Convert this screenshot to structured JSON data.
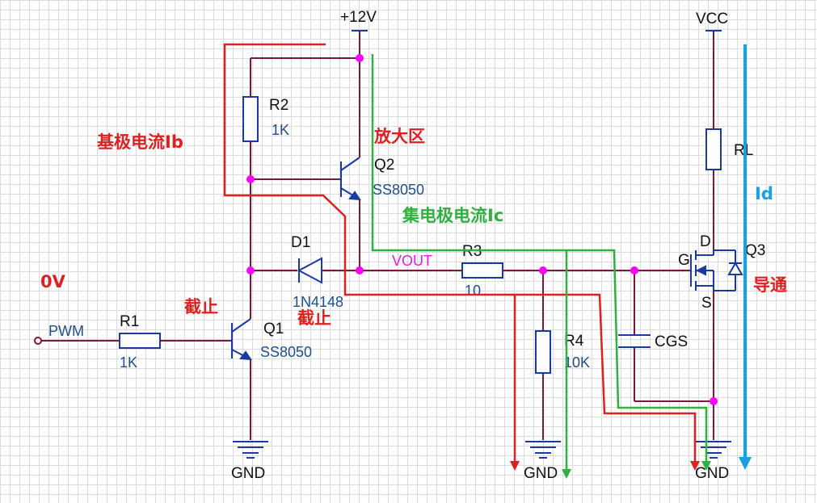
{
  "colors": {
    "wire": "#7a1a3a",
    "junction": "#ff00ff",
    "red_annotation": "#e02020",
    "green_annotation": "#30b040",
    "blue_annotation": "#1aa0e0",
    "component": "#1a3aa0",
    "net_label": "#e020e0"
  },
  "power": {
    "v12": "+12V",
    "vcc": "VCC"
  },
  "net": {
    "pwm": "PWM",
    "vout": "VOUT"
  },
  "resistors": {
    "r1": {
      "ref": "R1",
      "value": "1K"
    },
    "r2": {
      "ref": "R2",
      "value": "1K"
    },
    "r3": {
      "ref": "R3",
      "value": "10"
    },
    "r4": {
      "ref": "R4",
      "value": "10K"
    },
    "rl": {
      "ref": "RL"
    }
  },
  "transistors": {
    "q1": {
      "ref": "Q1",
      "part": "SS8050"
    },
    "q2": {
      "ref": "Q2",
      "part": "SS8050"
    },
    "q3": {
      "ref": "Q3",
      "pin_d": "D",
      "pin_g": "G",
      "pin_s": "S"
    }
  },
  "diode": {
    "ref": "D1",
    "part": "1N4148"
  },
  "capacitor": {
    "ref": "CGS"
  },
  "ground": {
    "gnd1": "GND",
    "gnd2": "GND",
    "gnd3": "GND"
  },
  "annotations": {
    "base_current": "基极电流Ib",
    "amplify_region": "放大区",
    "collector_current": "集电极电流Ic",
    "zero_v": "0V",
    "cutoff_q1": "截止",
    "cutoff_d1": "截止",
    "conducting": "导通",
    "id": "Id"
  }
}
